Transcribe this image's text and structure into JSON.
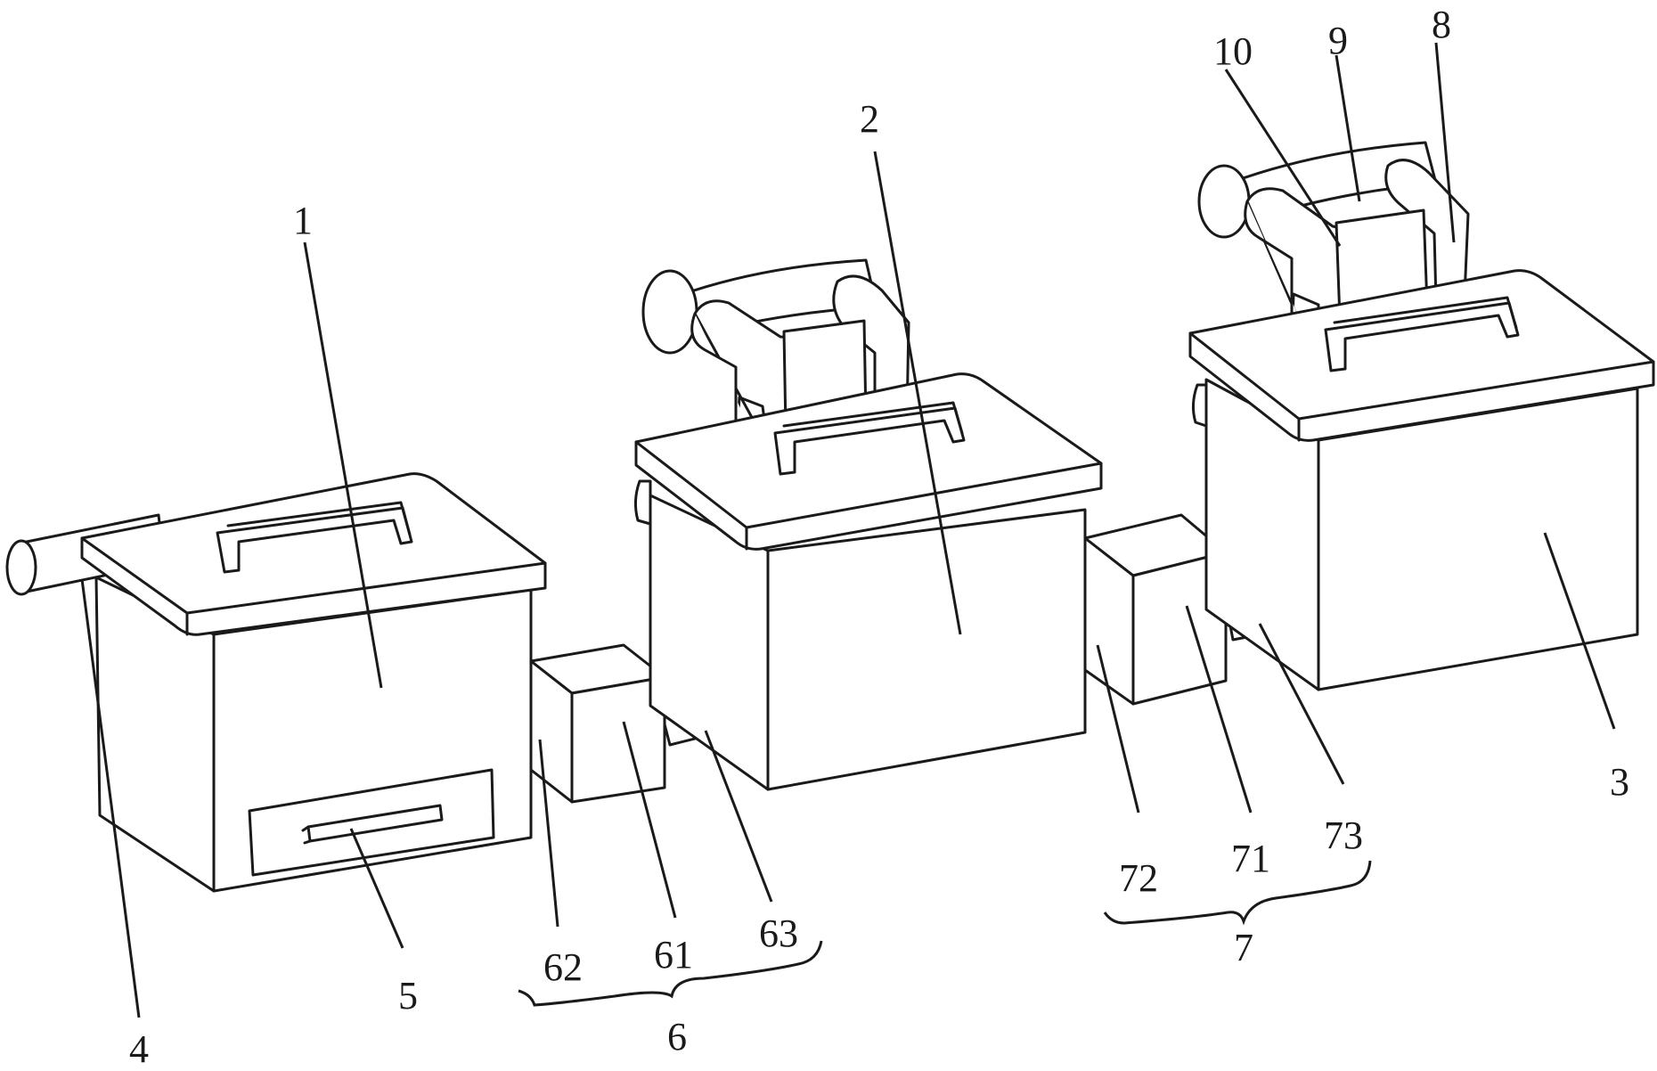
{
  "figure": {
    "labels": {
      "l1": "1",
      "l2": "2",
      "l3": "3",
      "l4": "4",
      "l5": "5",
      "l6": "6",
      "l61": "61",
      "l62": "62",
      "l63": "63",
      "l7": "7",
      "l71": "71",
      "l72": "72",
      "l73": "73",
      "l8": "8",
      "l9": "9",
      "l10": "10"
    }
  }
}
